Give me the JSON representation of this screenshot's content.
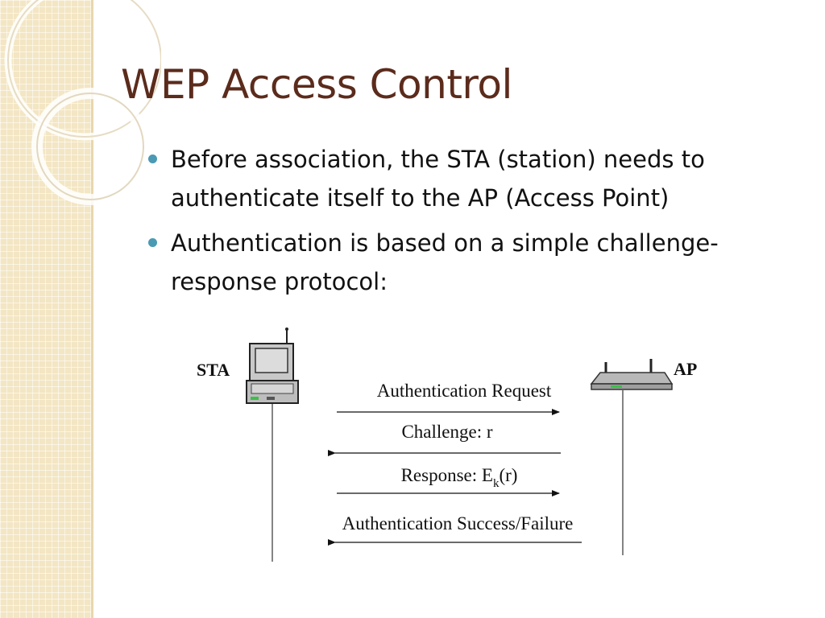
{
  "slide": {
    "title": "WEP Access Control",
    "bullets": [
      "Before association, the STA (station) needs to authenticate itself to the AP (Access Point)",
      "Authentication is based on a simple challenge-response protocol:"
    ]
  },
  "diagram": {
    "left_label": "STA",
    "right_label": "AP",
    "left_icon": "laptop-icon",
    "right_icon": "access-point-icon",
    "messages": [
      {
        "text": "Authentication Request",
        "direction": "right"
      },
      {
        "text": "Challenge: r",
        "direction": "left"
      },
      {
        "text_main": "Response: E",
        "text_sub": "k",
        "text_tail": "(r)",
        "direction": "right"
      },
      {
        "text": "Authentication Success/Failure",
        "direction": "left"
      }
    ]
  },
  "colors": {
    "title": "#5b2b1c",
    "bullet": "#4a9ab4",
    "sidebar": "#f3e6c4"
  }
}
